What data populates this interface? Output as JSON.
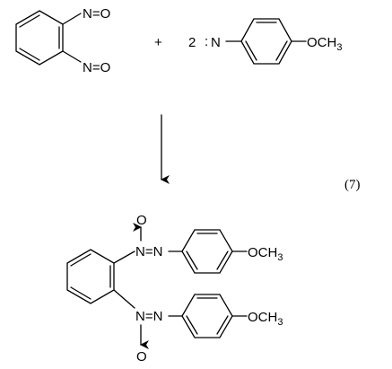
{
  "reactant_1": {
    "nitroso_top": "N=O",
    "nitroso_bottom": "N=O"
  },
  "plus_sign": "+",
  "reactant_2": {
    "coefficient": "2",
    "lone_pair": ":",
    "nitrogen": "N",
    "substituent": "OCH",
    "substituent_sub": "3"
  },
  "equation_number": "(7)",
  "product": {
    "top_oxygen": "O",
    "top_azoxy": "N=N",
    "top_substituent": "OCH",
    "top_substituent_sub": "3",
    "bottom_oxygen": "O",
    "bottom_azoxy": "N=N",
    "bottom_substituent": "OCH",
    "bottom_substituent_sub": "3"
  }
}
